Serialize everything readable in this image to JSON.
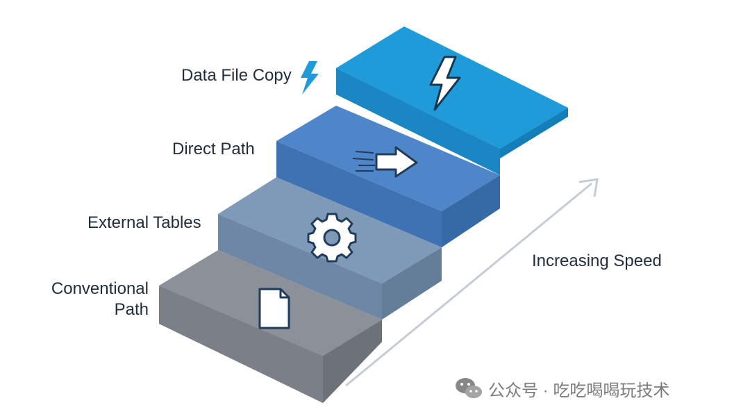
{
  "steps": [
    {
      "label": "Conventional Path",
      "label_lines": [
        "Conventional",
        "Path"
      ],
      "icon": "document-icon",
      "color": "#8b9099"
    },
    {
      "label": "External Tables",
      "label_lines": [
        "External Tables"
      ],
      "icon": "gear-icon",
      "color": "#7f9ab8"
    },
    {
      "label": "Direct Path",
      "label_lines": [
        "Direct Path"
      ],
      "icon": "right-arrow-speed-icon",
      "color": "#4f86c9"
    },
    {
      "label": "Data File Copy",
      "label_lines": [
        "Data File Copy"
      ],
      "icon": "lightning-bolt-icon",
      "color": "#1f9bd9"
    }
  ],
  "speed_label": "Increasing Speed",
  "legend_icon": "lightning-bolt-icon",
  "legend_icon_color": "#1f9bd9",
  "arrow_color": "#c4cdd6",
  "watermark": {
    "text": "公众号 · 吃吃喝喝玩技术",
    "icon": "wechat-icon"
  }
}
